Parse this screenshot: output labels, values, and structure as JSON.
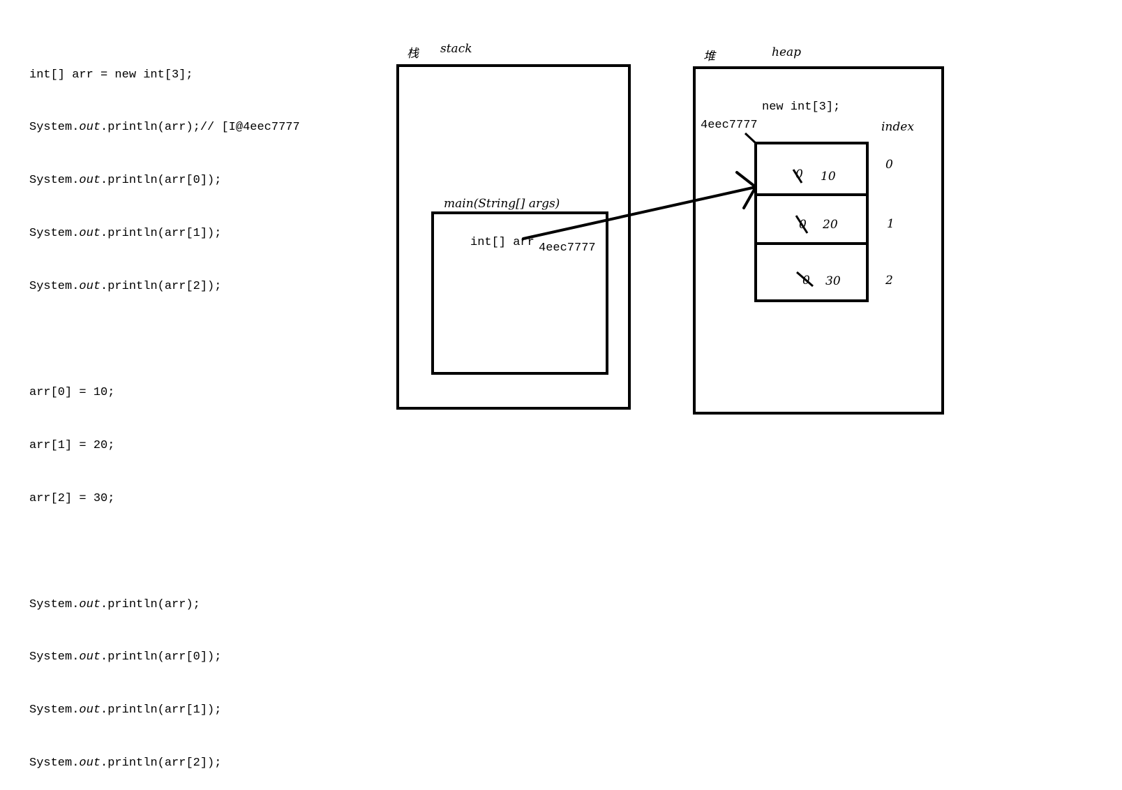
{
  "code": {
    "block1": [
      {
        "pre": "int[] arr = new int[3];",
        "out": "",
        "post": ""
      },
      {
        "pre": "System.",
        "out": "out",
        "post": ".println(arr);// [I@4eec7777"
      },
      {
        "pre": "System.",
        "out": "out",
        "post": ".println(arr[0]);"
      },
      {
        "pre": "System.",
        "out": "out",
        "post": ".println(arr[1]);"
      },
      {
        "pre": "System.",
        "out": "out",
        "post": ".println(arr[2]);"
      }
    ],
    "block2": [
      "arr[0] = 10;",
      "arr[1] = 20;",
      "arr[2] = 30;"
    ],
    "block3": [
      {
        "pre": "System.",
        "out": "out",
        "post": ".println(arr);"
      },
      {
        "pre": "System.",
        "out": "out",
        "post": ".println(arr[0]);"
      },
      {
        "pre": "System.",
        "out": "out",
        "post": ".println(arr[1]);"
      },
      {
        "pre": "System.",
        "out": "out",
        "post": ".println(arr[2]);"
      }
    ]
  },
  "stack": {
    "cn_label": "栈",
    "en_label": "stack",
    "frame_label": "main(String[] args)",
    "var_label": "int[] arr",
    "var_value": "4eec7777"
  },
  "heap": {
    "cn_label": "堆",
    "en_label": "heap",
    "new_expr": "new int[3];",
    "address": "4eec7777",
    "index_label": "index",
    "cells": [
      {
        "old": "0",
        "new": "10",
        "index": "0"
      },
      {
        "old": "0",
        "new": "20",
        "index": "1"
      },
      {
        "old": "0",
        "new": "30",
        "index": "2"
      }
    ]
  },
  "colors": {
    "ink": "#000000",
    "background": "#ffffff"
  }
}
